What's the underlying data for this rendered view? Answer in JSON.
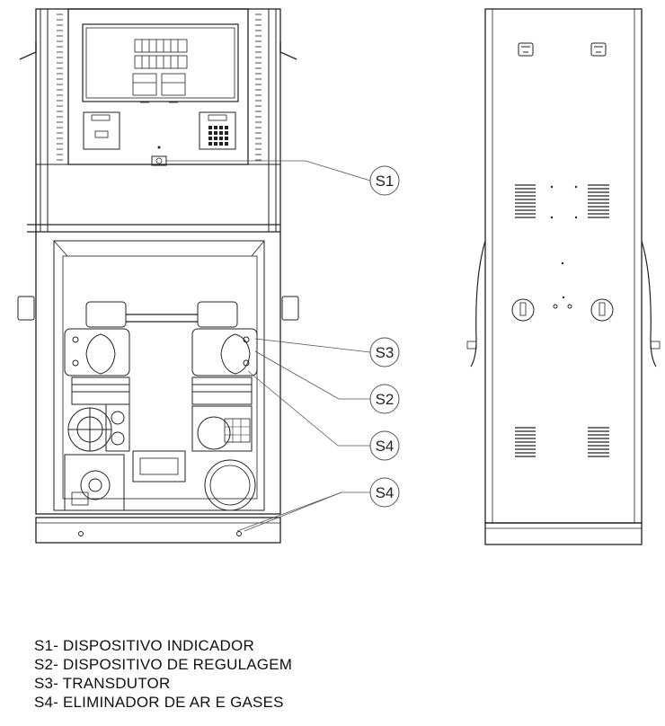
{
  "callouts": [
    {
      "id": "S1",
      "label": "S1"
    },
    {
      "id": "S3",
      "label": "S3"
    },
    {
      "id": "S2",
      "label": "S2"
    },
    {
      "id": "S4a",
      "label": "S4"
    },
    {
      "id": "S4b",
      "label": "S4"
    }
  ],
  "legend": [
    {
      "code": "S1",
      "text": "S1- DISPOSITIVO INDICADOR"
    },
    {
      "code": "S2",
      "text": "S2- DISPOSITIVO DE REGULAGEM"
    },
    {
      "code": "S3",
      "text": "S3- TRANSDUTOR"
    },
    {
      "code": "S4",
      "text": "S4- ELIMINADOR DE AR E GASES"
    }
  ]
}
